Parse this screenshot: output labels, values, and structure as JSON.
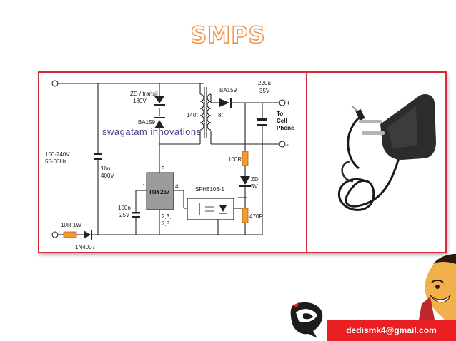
{
  "title": "SMPS",
  "schematic": {
    "watermark": "swagatam innovations",
    "labels": {
      "mains": "100-240V",
      "freq": "50-60Hz",
      "zd_transil": "ZD / transil",
      "zd_voltage": "180V",
      "ba159_top": "BA159",
      "ba159_left": "BA159",
      "primary_turns": "140t",
      "secondary_turns": "8t",
      "out_cap_value": "220u",
      "out_cap_voltage": "35V",
      "to": "To",
      "cell": "Cell",
      "phone": "Phone",
      "plus": "+",
      "minus": "-",
      "bulk_cap_value": "10u",
      "bulk_cap_voltage": "400V",
      "ic_pin5": "5",
      "ic_pin1": "1",
      "ic_pin4": "4",
      "ic_name": "TNY267",
      "ic_pins_bottom_1": "2,3,",
      "ic_pins_bottom_2": "7,8",
      "opto": "SFH6106-1",
      "cap_100n": "100n",
      "cap_25v": "25V",
      "res_100r": "100R",
      "zd": "ZD",
      "zd_5v": "5V",
      "res_470r": "470R",
      "res_10r": "10R 1W",
      "diode_1n4007": "1N4007"
    }
  },
  "footer": {
    "email": "dedismk4@gmail.com"
  }
}
